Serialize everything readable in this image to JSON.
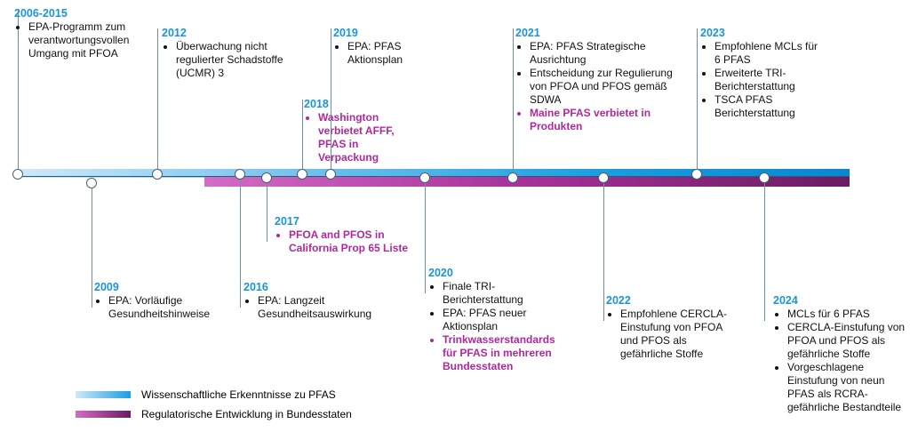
{
  "events": [
    {
      "year": "2006-2015",
      "items": [
        {
          "text": "EPA-Programm zum verantwortungsvollen Umgang mit PFOA",
          "reg": false
        }
      ]
    },
    {
      "year": "2009",
      "items": [
        {
          "text": "EPA: Vorläufige Gesundheitshinweise",
          "reg": false
        }
      ]
    },
    {
      "year": "2012",
      "items": [
        {
          "text": "Überwachung nicht regulierter Schadstoffe (UCMR) 3",
          "reg": false
        }
      ]
    },
    {
      "year": "2016",
      "items": [
        {
          "text": "EPA: Langzeit Gesundheitsauswirkung",
          "reg": false
        }
      ]
    },
    {
      "year": "2017",
      "items": [
        {
          "text": "PFOA and PFOS in California  Prop 65 Liste",
          "reg": true
        }
      ]
    },
    {
      "year": "2018",
      "items": [
        {
          "text": "Washington verbietet AFFF, PFAS in Verpackung",
          "reg": true
        }
      ]
    },
    {
      "year": "2019",
      "items": [
        {
          "text": "EPA: PFAS Aktionsplan",
          "reg": false
        }
      ]
    },
    {
      "year": "2020",
      "items": [
        {
          "text": "Finale TRI-Berichterstattung",
          "reg": false
        },
        {
          "text": "EPA: PFAS neuer Aktionsplan",
          "reg": false
        },
        {
          "text": "Trinkwasserstandards für PFAS in mehreren Bundesstaten",
          "reg": true
        }
      ]
    },
    {
      "year": "2021",
      "items": [
        {
          "text": "EPA: PFAS Strategische Ausrichtung",
          "reg": false
        },
        {
          "text": "Entscheidung zur Regulierung von PFOA und PFOS gemäß SDWA",
          "reg": false
        },
        {
          "text": "Maine PFAS verbietet  in Produkten",
          "reg": true
        }
      ]
    },
    {
      "year": "2022",
      "items": [
        {
          "text": "Empfohlene CERCLA-Einstufung von PFOA und PFOS als gefährliche Stoffe",
          "reg": false
        }
      ]
    },
    {
      "year": "2023",
      "items": [
        {
          "text": "Empfohlene MCLs für 6 PFAS",
          "reg": false
        },
        {
          "text": "Erweiterte TRI-Berichterstattung",
          "reg": false
        },
        {
          "text": "TSCA PFAS Berichterstattung",
          "reg": false
        }
      ]
    },
    {
      "year": "2024",
      "items": [
        {
          "text": "MCLs für 6 PFAS",
          "reg": false
        },
        {
          "text": "CERCLA-Einstufung von PFOA und PFOS als gefährliche Stoffe",
          "reg": false
        },
        {
          "text": "Vorgeschlagene Einstufung von neun PFAS als RCRA-gefährliche Bestandteile",
          "reg": false
        }
      ]
    }
  ],
  "legend": {
    "science": "Wissenschaftliche Erkenntnisse zu PFAS",
    "regulatory": "Regulatorische Entwicklung in Bundesstaten"
  },
  "colors": {
    "year": "#1a95da",
    "regulatory": "#b0299c"
  }
}
